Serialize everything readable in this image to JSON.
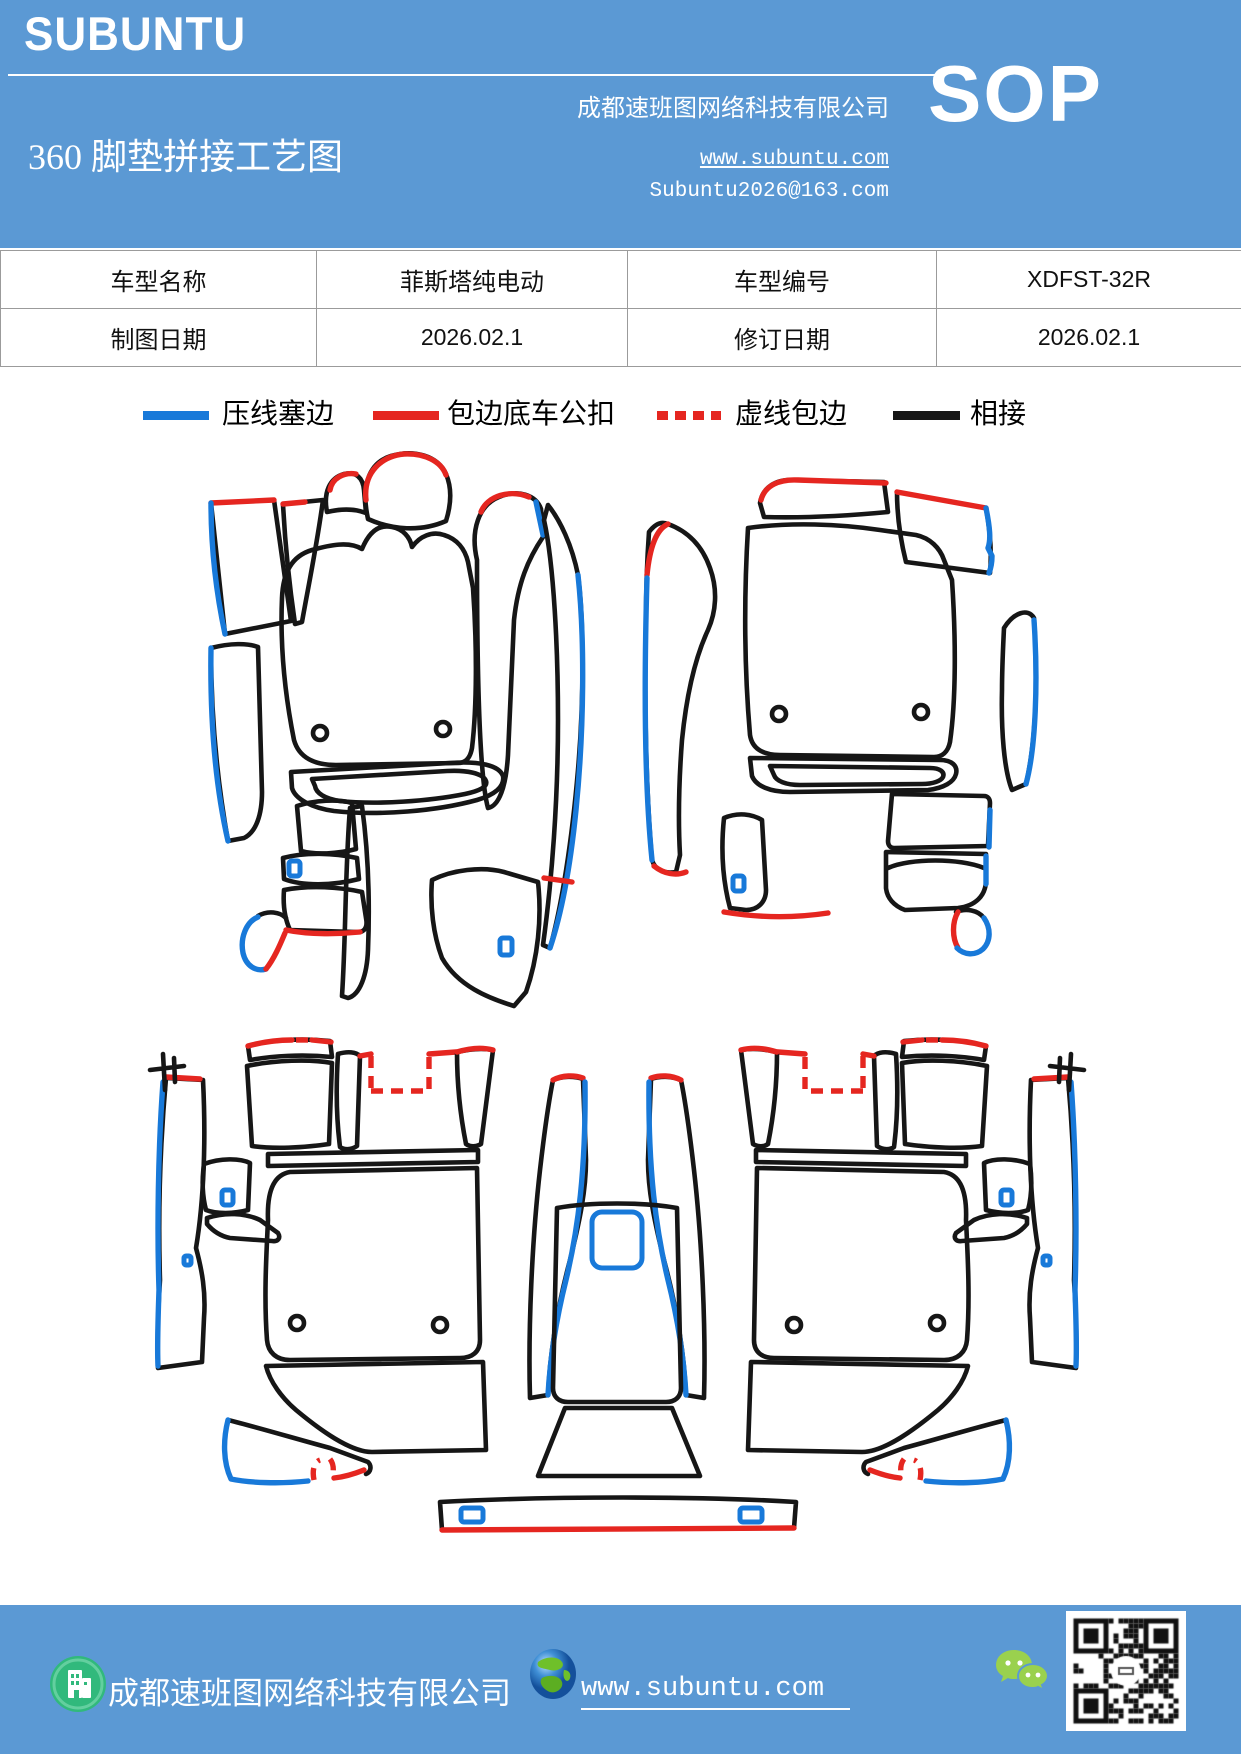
{
  "header": {
    "brand": "SUBUNTU",
    "company": "成都速班图网络科技有限公司",
    "sop": "SOP",
    "title": "360 脚垫拼接工艺图",
    "website": "www.subuntu.com",
    "email": "Subuntu2026@163.com"
  },
  "info_table": {
    "rows": [
      {
        "label1": "车型名称",
        "value1": "菲斯塔纯电动",
        "label2": "车型编号",
        "value2": "XDFST-32R"
      },
      {
        "label1": "制图日期",
        "value1": "2026.02.1",
        "label2": "修订日期",
        "value2": "2026.02.1"
      }
    ]
  },
  "legend": {
    "items": [
      {
        "label": "压线塞边",
        "color": "#1879d9",
        "style": "solid"
      },
      {
        "label": "包边底车公扣",
        "color": "#e52620",
        "style": "solid"
      },
      {
        "label": "虚线包边",
        "color": "#e52620",
        "style": "dashed"
      },
      {
        "label": "相接",
        "color": "#161616",
        "style": "solid"
      }
    ]
  },
  "diagram": {
    "line_colors": {
      "press_line_edge": "#1879d9",
      "binding_male_buckle": "#e52620",
      "dashed_binding": "#e52620",
      "joint": "#161616"
    }
  },
  "footer": {
    "company": "成都速班图网络科技有限公司",
    "website": "www.subuntu.com"
  },
  "theme": {
    "band_blue": "#5b99d4",
    "wechat_green": "#9ad14e",
    "building_green": "#31b97c"
  }
}
